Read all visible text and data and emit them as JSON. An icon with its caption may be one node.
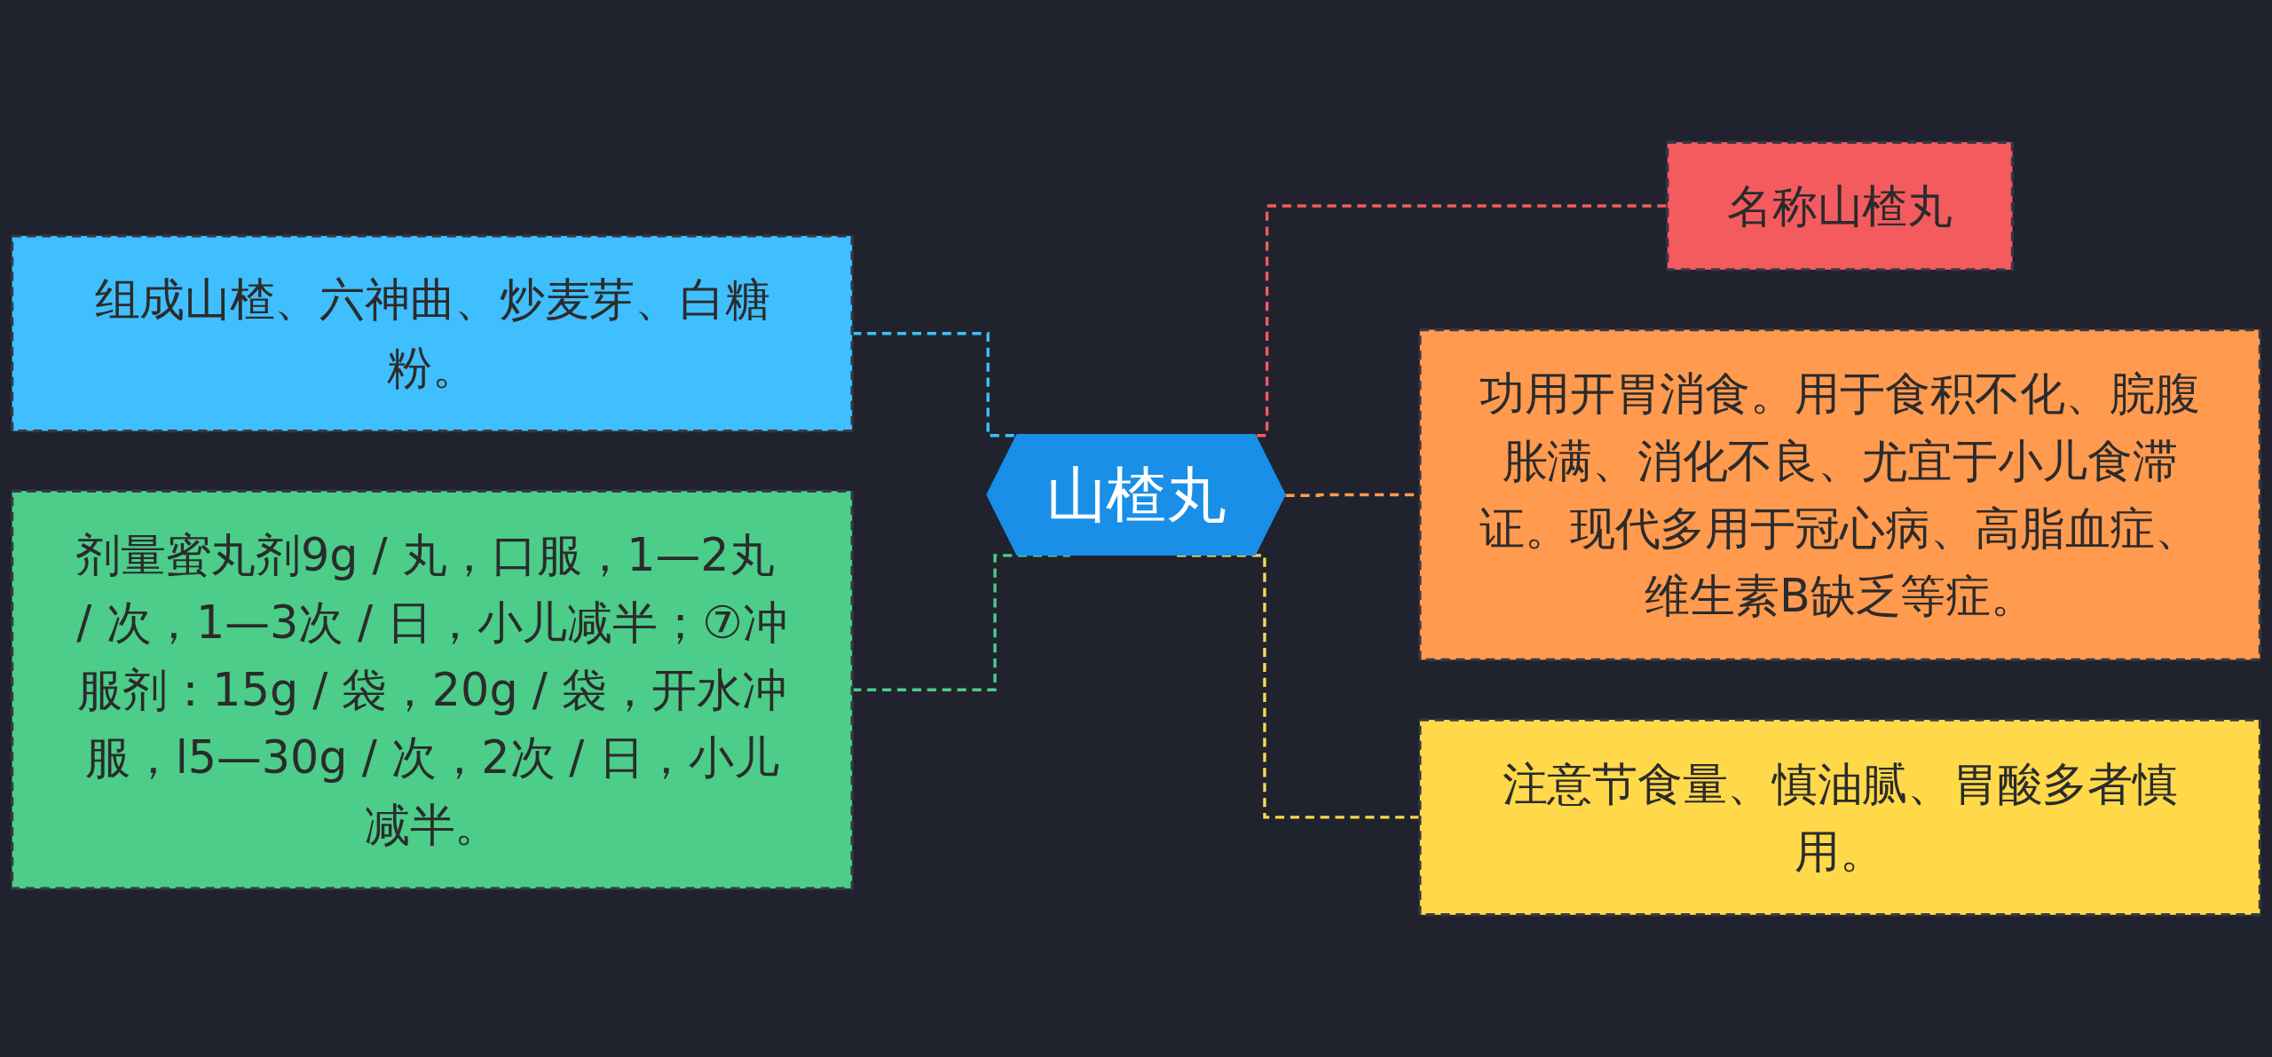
{
  "diagram": {
    "nodes": [
      {
        "text": [
          "山楂丸"
        ]
      },
      {
        "text": [
          "组成山楂、六神曲、炒麦芽、白糖粉。"
        ]
      },
      {
        "text": [
          "剂量蜜丸剂9g / 丸，口服，1—2丸 / 次，1—3次 / 日，小儿减半；⑦冲服剂：15g / 袋，20g / 袋，开水冲服，l5—30g / 次，2次 / 日，小儿减半。"
        ]
      },
      {
        "text": [
          "名称山楂丸"
        ]
      },
      {
        "text": [
          "功用开胃消食。用于食积不化、脘腹胀满、消化不良、尤宜于小儿食滞证。现代多用于冠心病、高脂血症、维生素B缺乏等症。"
        ]
      },
      {
        "text": [
          "注意节食量、慎油腻、胃酸多者慎用。"
        ]
      }
    ],
    "edges": [
      {
        "from": 1,
        "to": 0,
        "arrow": "none",
        "style": "dashed",
        "color": "#40bfff"
      },
      {
        "from": 2,
        "to": 0,
        "arrow": "none",
        "style": "dashed",
        "color": "#4ccd8a"
      },
      {
        "from": 0,
        "to": 3,
        "arrow": "none",
        "style": "dashed",
        "color": "#f45b5f"
      },
      {
        "from": 0,
        "to": 4,
        "arrow": "none",
        "style": "dashed",
        "color": "#ff9a4f"
      },
      {
        "from": 0,
        "to": 5,
        "arrow": "none",
        "style": "dashed",
        "color": "#ffd94a"
      }
    ]
  }
}
